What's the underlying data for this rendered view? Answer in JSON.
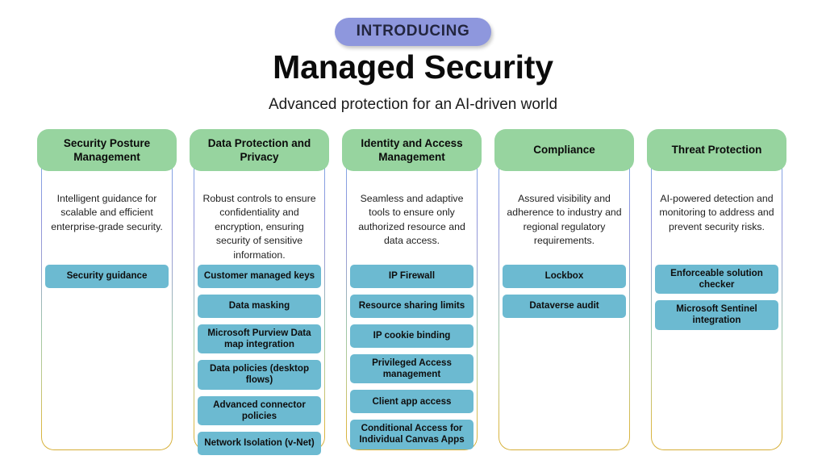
{
  "header": {
    "badge_label": "INTRODUCING",
    "title": "Managed Security",
    "subtitle": "Advanced protection for an AI-driven world"
  },
  "colors": {
    "badge_bg": "#8e97dd",
    "header_pill_bg": "#97d49f",
    "item_pill_bg": "#6cbad1",
    "card_border_top": "#7fb3e8",
    "card_border_mid": "#9a9fd2",
    "card_border_green": "#9ec6a8",
    "card_border_bottom": "#d6ae36",
    "background": "#ffffff",
    "text": "#0b0b0b"
  },
  "columns": [
    {
      "title": "Security Posture Management",
      "description": "Intelligent guidance for scalable and efficient enterprise-grade security.",
      "items": [
        "Security guidance"
      ]
    },
    {
      "title": "Data Protection and Privacy",
      "description": "Robust controls to ensure confidentiality and encryption, ensuring security of sensitive information.",
      "items": [
        "Customer managed keys",
        "Data masking",
        "Microsoft Purview Data map integration",
        "Data policies (desktop flows)",
        "Advanced connector policies",
        "Network Isolation (v-Net)"
      ]
    },
    {
      "title": "Identity and Access Management",
      "description": "Seamless and adaptive tools to ensure only authorized resource and data access.",
      "items": [
        "IP Firewall",
        "Resource sharing limits",
        "IP cookie binding",
        "Privileged Access management",
        "Client app access",
        "Conditional Access for Individual Canvas Apps"
      ]
    },
    {
      "title": "Compliance",
      "description": "Assured visibility and adherence to industry and regional regulatory requirements.",
      "items": [
        "Lockbox",
        "Dataverse audit"
      ]
    },
    {
      "title": "Threat Protection",
      "description": "AI-powered detection and monitoring to address and prevent security risks.",
      "items": [
        "Enforceable solution checker",
        "Microsoft Sentinel integration"
      ]
    }
  ]
}
